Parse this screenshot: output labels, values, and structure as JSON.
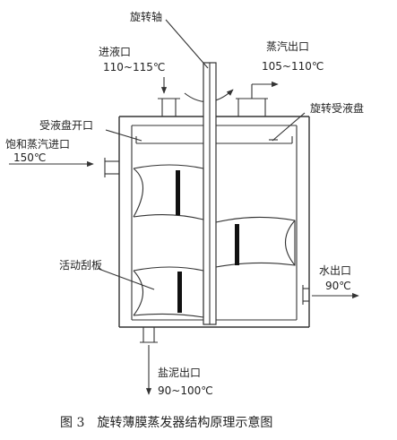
{
  "labels": {
    "shaft": "旋转轴",
    "liquid_inlet": "进液口",
    "liquid_inlet_temp": "110~115℃",
    "vapor_outlet": "蒸汽出口",
    "vapor_outlet_temp": "105~110℃",
    "tray_opening": "受液盘开口",
    "rotating_tray": "旋转受液盘",
    "steam_inlet": "饱和蒸汽进口",
    "steam_inlet_temp": "150℃",
    "scraper": "活动刮板",
    "water_outlet": "水出口",
    "water_outlet_temp": "90℃",
    "sludge_outlet": "盐泥出口",
    "sludge_outlet_temp": "90~100℃"
  },
  "caption": "图 3　旋转薄膜蒸发器结构原理示意图"
}
